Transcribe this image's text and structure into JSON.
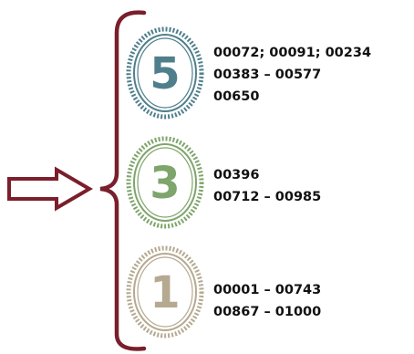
{
  "colors": {
    "bracket": "#7a1f2b",
    "arrow": "#7a1f2b",
    "tier_5": "#4f7f8c",
    "tier_3": "#7ea56b",
    "tier_1": "#b5a990",
    "text": "#111111"
  },
  "tiers": [
    {
      "number": "5",
      "color": "#4f7f8c",
      "lines": [
        "00072; 00091; 00234",
        "00383 – 00577",
        "00650"
      ]
    },
    {
      "number": "3",
      "color": "#7ea56b",
      "lines": [
        "00396",
        "00712 – 00985"
      ]
    },
    {
      "number": "1",
      "color": "#b5a990",
      "lines": [
        "00001 – 00743",
        "00867 – 01000"
      ]
    }
  ]
}
